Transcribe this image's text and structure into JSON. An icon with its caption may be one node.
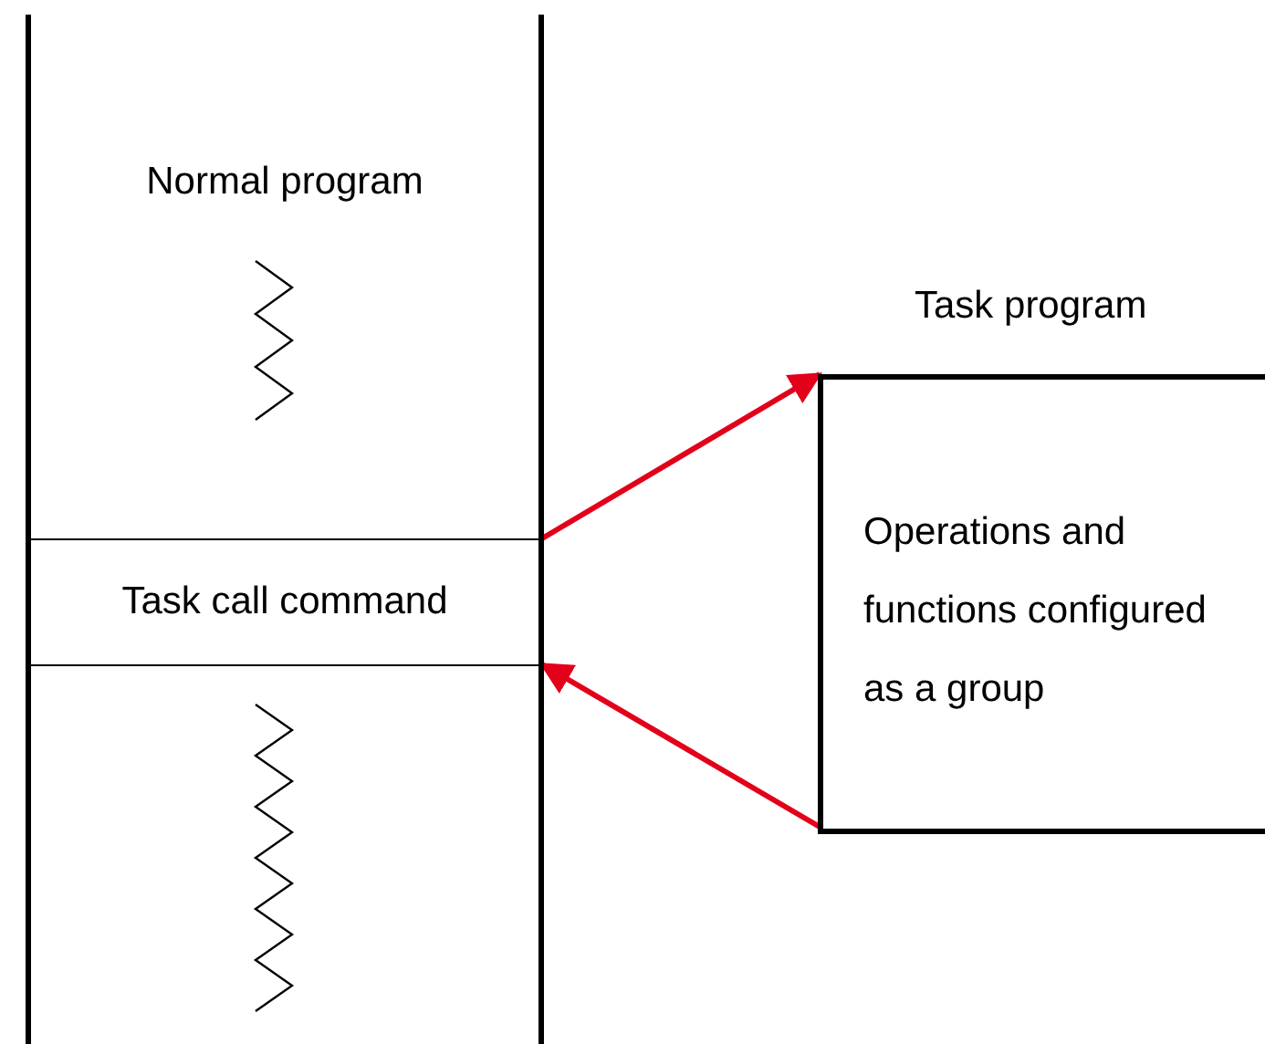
{
  "diagram": {
    "nodes": [
      {
        "text": [
          "Normal program"
        ]
      },
      {
        "text": [
          "Task call command"
        ],
        "in": 0
      },
      {
        "text": [
          "Task program",
          "Operations and functions configured as a group"
        ]
      }
    ],
    "edges": [
      {
        "from": 1,
        "to": 2,
        "arrow": "to",
        "color": "#e2001a"
      },
      {
        "from": 2,
        "to": 1,
        "arrow": "to",
        "color": "#e2001a"
      }
    ]
  }
}
